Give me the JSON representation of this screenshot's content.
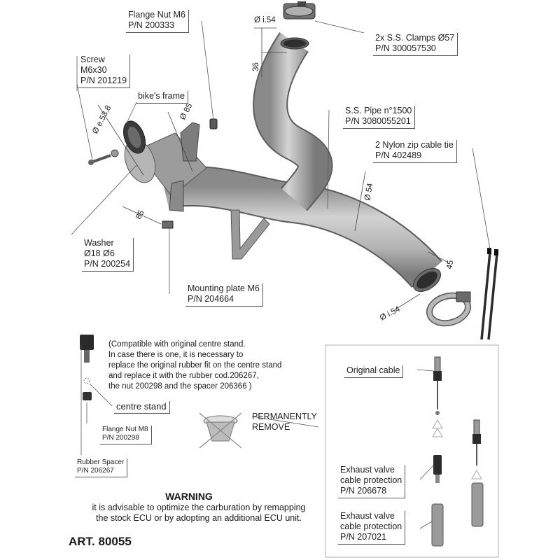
{
  "parts": {
    "flange_nut_m6": {
      "name": "Flange Nut M6",
      "pn": "P/N 200333"
    },
    "clamps": {
      "name": "2x S.S. Clamps Ø57",
      "pn": "P/N 300057530"
    },
    "screw": {
      "line1": "Screw",
      "line2": "M6x30",
      "pn": "P/N 201219"
    },
    "bikes_frame": "bike's frame",
    "pipe": {
      "name": "S.S. Pipe n°1500",
      "pn": "P/N 3080055201"
    },
    "zip_tie": {
      "name": "2 Nylon zip cable tie",
      "pn": "P/N 402489"
    },
    "washer": {
      "line1": "Washer",
      "line2": "Ø18 Ø6",
      "pn": "P/N 200254"
    },
    "mounting_plate": {
      "name": "Mounting plate M6",
      "pn": "P/N 204664"
    },
    "flange_nut_m8": {
      "name": "Flange Nut M8",
      "pn": "P/N 200298"
    },
    "rubber_spacer": {
      "name": "Rubber Spacer",
      "pn": "P/N 206267"
    },
    "centre_stand": "centre stand",
    "permanently_remove": {
      "line1": "PERMANENTLY",
      "line2": "REMOVE"
    },
    "original_cable": "Original cable",
    "valve_protection_1": {
      "line1": "Exhaust valve",
      "line2": "cable protection",
      "pn": "P/N 206678"
    },
    "valve_protection_2": {
      "line1": "Exhaust valve",
      "line2": "cable protection",
      "pn": "P/N 207021"
    }
  },
  "dimensions": {
    "top_inner": "Ø i.54",
    "top_len": "36",
    "frame_outer": "Ø e.53.8",
    "frame_dia": "Ø 85",
    "offset": "85",
    "pipe_dia": "Ø 54",
    "end_len": "45",
    "end_inner": "Ø i.54"
  },
  "centre_stand_note": [
    "(Compatible with original centre stand.",
    "In case there is one, it is necessary to",
    "replace the original rubber fit on the centre stand",
    "and replace it with the rubber cod.206267,",
    "the nut 200298 and the spacer 206366 )"
  ],
  "warning": {
    "title": "WARNING",
    "line1": "it is advisable to optimize the carburation by remapping",
    "line2": "the stock ECU or by adopting an additional ECU unit."
  },
  "article": "ART. 80055",
  "colors": {
    "metal_light": "#c9c9c9",
    "metal_mid": "#a8a8a8",
    "metal_dark": "#6d6d6d",
    "rubber": "#2b2b2b",
    "line": "#444444"
  }
}
